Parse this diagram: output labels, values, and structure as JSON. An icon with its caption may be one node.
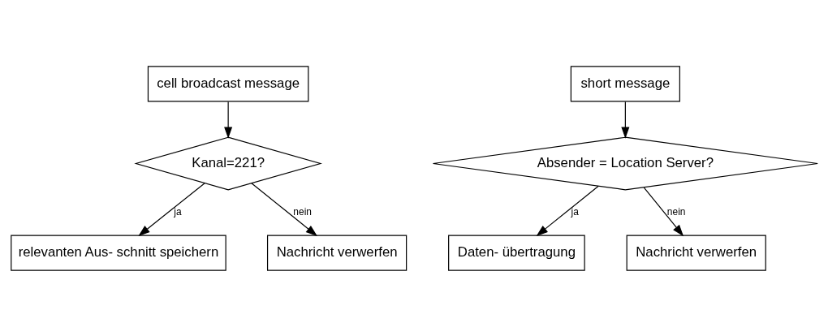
{
  "diagram": {
    "nodes": [
      {
        "text": [
          "cell broadcast message"
        ]
      },
      {
        "text": [
          "Kanal=221?"
        ]
      },
      {
        "text": [
          "relevanten Aus- schnitt speichern"
        ]
      },
      {
        "text": [
          "Nachricht verwerfen"
        ]
      },
      {
        "text": [
          "short message"
        ]
      },
      {
        "text": [
          "Absender = Location Server?"
        ]
      },
      {
        "text": [
          "Daten- übertragung"
        ]
      },
      {
        "text": [
          "Nachricht verwerfen"
        ]
      }
    ],
    "edges": [
      {
        "from": 0,
        "to": 1,
        "arrow": "to"
      },
      {
        "from": 1,
        "to": 2,
        "arrow": "to",
        "label": "ja"
      },
      {
        "from": 1,
        "to": 3,
        "arrow": "to",
        "label": "nein"
      },
      {
        "from": 4,
        "to": 5,
        "arrow": "to"
      },
      {
        "from": 5,
        "to": 6,
        "arrow": "to",
        "label": "ja"
      },
      {
        "from": 5,
        "to": 7,
        "arrow": "to",
        "label": "nein"
      }
    ]
  }
}
